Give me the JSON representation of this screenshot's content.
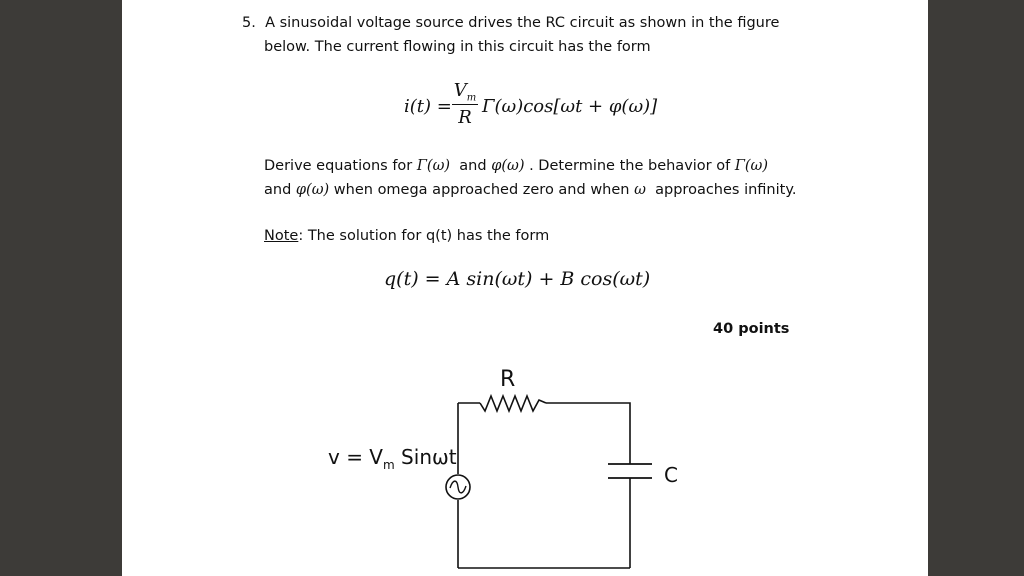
{
  "problem": {
    "number": "5.",
    "line1": "A sinusoidal voltage source drives the RC circuit as shown in the figure",
    "line2": "below. The current flowing in this circuit has the form"
  },
  "equation1": {
    "lhs": "i(t) =",
    "numerator": "V",
    "numerator_sub": "m",
    "denominator": "R",
    "rhs": "Γ(ω)cos[ωt + φ(ω)]"
  },
  "derive": {
    "line1_a": "Derive equations for",
    "gamma": "Γ(ω)",
    "line1_b": "and",
    "phi": "φ(ω)",
    "line1_c": ". Determine the behavior of",
    "gamma2": "Γ(ω)",
    "line2_a": "and",
    "phi2": "φ(ω)",
    "line2_b": "when omega approached zero and when",
    "omega": "ω",
    "line2_c": "approaches infinity."
  },
  "note": {
    "label": "Note",
    "colon": ":",
    "text": "The solution for q(t) has the form"
  },
  "equation2": "q(t) = A sin(ωt) + B cos(ωt)",
  "points": "40 points",
  "circuit": {
    "resistor_label": "R",
    "capacitor_label": "C",
    "source_label": "v = V",
    "source_label_sub": "m",
    "source_label_tail": " Sinωt"
  }
}
